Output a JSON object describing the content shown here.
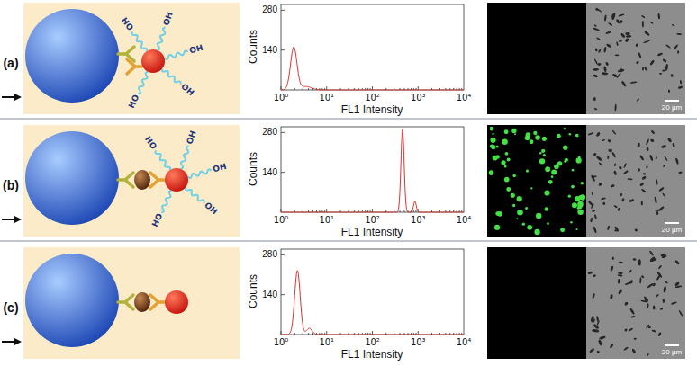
{
  "diagram": {
    "labels": [
      "(a)",
      "HO",
      "OH",
      "OH",
      "OH",
      "HO",
      "280",
      "140",
      "Counts",
      "10⁰",
      "10¹",
      "10²",
      "10³",
      "10⁴",
      "FL1 Intensity",
      "20 µm",
      "(b)",
      "HO",
      "OH",
      "OH",
      "OH",
      "HO",
      "280",
      "140",
      "Counts",
      "10⁰",
      "10¹",
      "10²",
      "10³",
      "10⁴",
      "FL1 Intensity",
      "20 µm",
      "(c)",
      "280",
      "140",
      "Counts",
      "10⁰",
      "10¹",
      "10²",
      "10³",
      "10⁴",
      "FL1 Intensity",
      "20 µm"
    ]
  }
}
